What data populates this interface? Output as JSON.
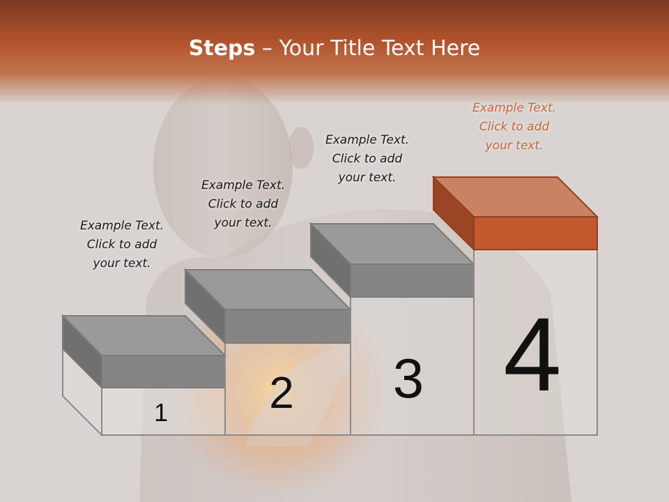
{
  "title": {
    "bold": "Steps",
    "rest": " – Your Title Text Here"
  },
  "colors": {
    "title_bar": "#b2532c",
    "accent_step": "#c35a2e",
    "gray_step": "#858585",
    "caption_accent": "#c8663c"
  },
  "steps": [
    {
      "number": "1",
      "caption": [
        "Example Text.",
        "Click  to add",
        "your text."
      ]
    },
    {
      "number": "2",
      "caption": [
        "Example Text.",
        "Click  to add",
        "your text."
      ]
    },
    {
      "number": "3",
      "caption": [
        "Example Text.",
        "Click  to add",
        "your text."
      ]
    },
    {
      "number": "4",
      "caption": [
        "Example Text.",
        "Click  to add",
        "your text."
      ]
    }
  ]
}
